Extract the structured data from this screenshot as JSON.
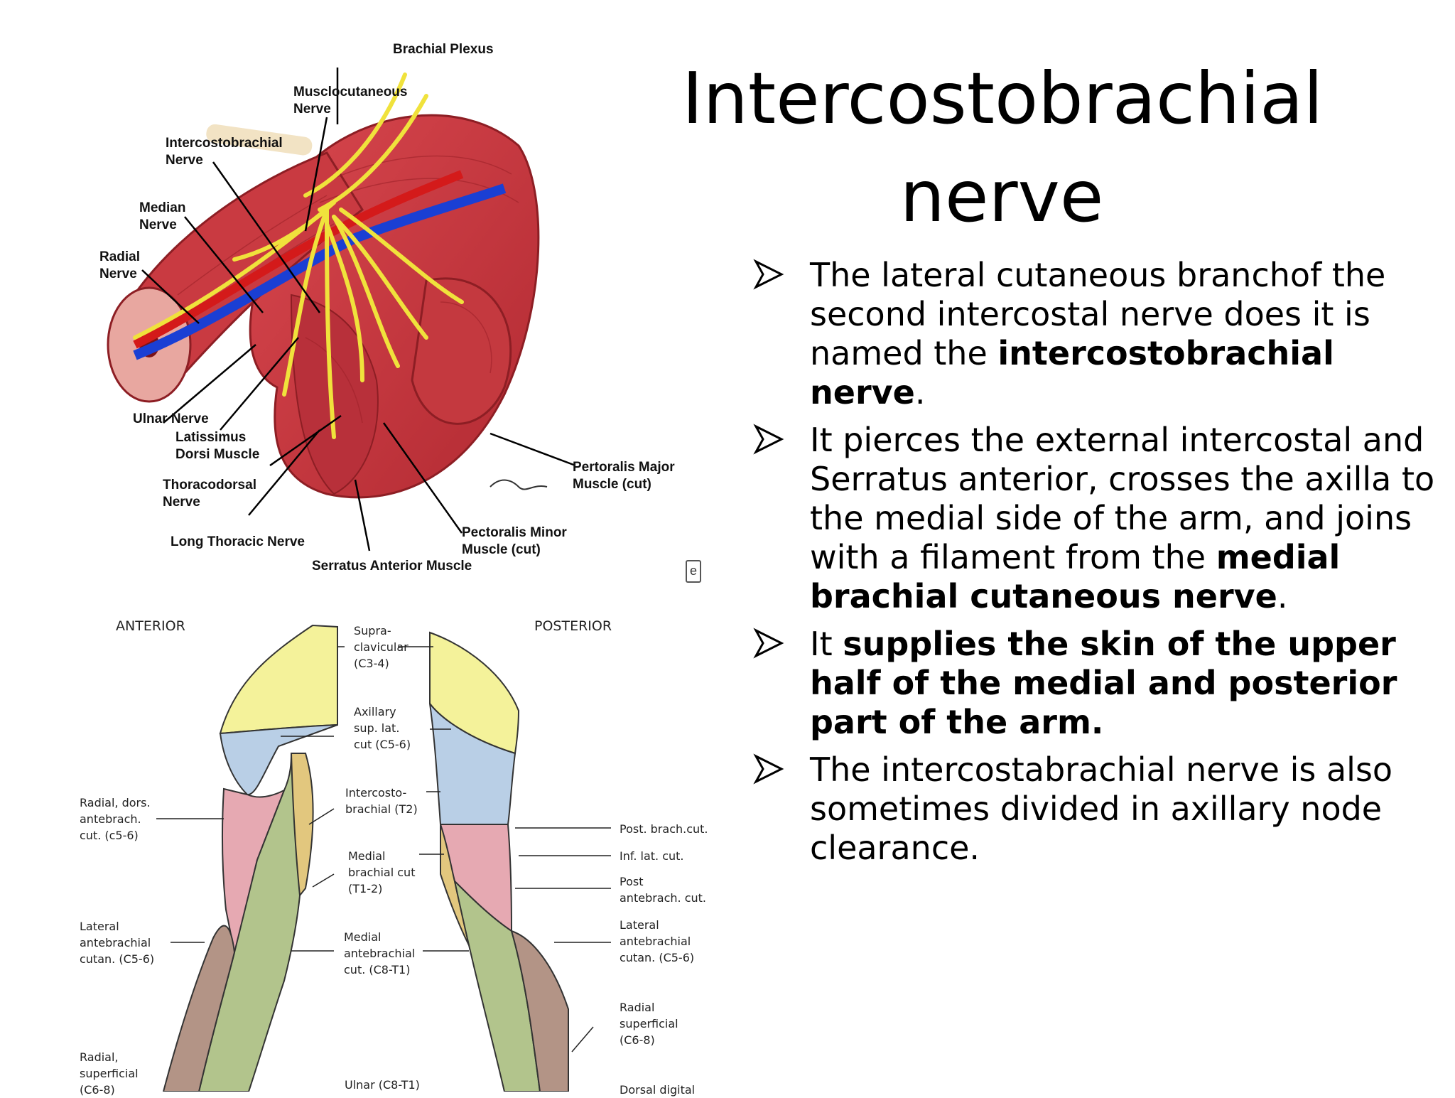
{
  "slide": {
    "title_line1": "Intercostobrachial",
    "title_line2": "nerve",
    "bullets": [
      {
        "parts": [
          {
            "text": "The lateral cutaneous branchof the second intercostal nerve does it is named the ",
            "bold": false
          },
          {
            "text": "intercostobrachial nerve",
            "bold": true
          },
          {
            "text": ".",
            "bold": false
          }
        ]
      },
      {
        "parts": [
          {
            "text": " It pierces the external intercostal and  Serratus anterior, crosses the axilla to the medial side of the arm, and joins with a filament from the ",
            "bold": false
          },
          {
            "text": "medial brachial cutaneous nerve",
            "bold": true
          },
          {
            "text": ".",
            "bold": false
          }
        ]
      },
      {
        "parts": [
          {
            "text": "It  ",
            "bold": false
          },
          {
            "text": "supplies the skin of the upper half of the medial and posterior part of the arm.",
            "bold": true
          }
        ]
      },
      {
        "parts": [
          {
            "text": "The intercostabrachial nerve is also sometimes divided in axillary node clearance.",
            "bold": false
          }
        ]
      }
    ]
  },
  "anatomy_labels": {
    "brachial_plexus": "Brachial Plexus",
    "musculocutaneous": "Musclocutaneous\nNerve",
    "intercostobrachial": "Intercostobrachial\nNerve",
    "median": "Median\nNerve",
    "radial": "Radial\nNerve",
    "ulnar": "Ulnar Nerve",
    "latissimus": "Latissimus\nDorsi Muscle",
    "thoracodorsal": "Thoracodorsal\nNerve",
    "long_thoracic": "Long Thoracic Nerve",
    "serratus": "Serratus Anterior Muscle",
    "pec_minor": "Pectoralis Minor\nMuscle (cut)",
    "pec_major": "Pertoralis Major\nMuscle (cut)"
  },
  "dermatome_labels": {
    "anterior": "ANTERIOR",
    "posterior": "POSTERIOR",
    "supraclavicular": "Supra-\nclavicular\n(C3-4)",
    "axillary": "Axillary\nsup. lat.\ncut (C5-6)",
    "intercostobrachial": "Intercosto-\nbrachial (T2)",
    "medial_brachial": "Medial\nbrachial cut\n(T1-2)",
    "medial_antebrachial": "Medial\nantebrachial\ncut. (C8-T1)",
    "ulnar": "Ulnar (C8-T1)",
    "radial_dors": "Radial, dors.\nantebrach.\ncut. (c5-6)",
    "lateral_ant": "Lateral\nantebrachial\ncutan. (C5-6)",
    "radial_sup_left": "Radial,\nsuperficial\n(C6-8)",
    "post_brach": "Post. brach.cut.",
    "inf_lat": "Inf. lat. cut.",
    "post_antebrach": "Post\nantebrach. cut.",
    "lateral_post": "Lateral\nantebrachial\ncutan. (C5-6)",
    "radial_sup_right": "Radial\nsuperficial\n(C6-8)",
    "dorsal_digital": "Dorsal digital"
  },
  "colors": {
    "muscle": "#c8323a",
    "nerve": "#f0e23c",
    "artery": "#d41a1a",
    "vein": "#1a3fd4",
    "derm_yellow": "#f4f29a",
    "derm_blue": "#b9cfe6",
    "derm_pink": "#e6a9b2",
    "derm_green": "#b2c48c",
    "derm_brown": "#b39486",
    "derm_tan": "#e2c77e"
  }
}
